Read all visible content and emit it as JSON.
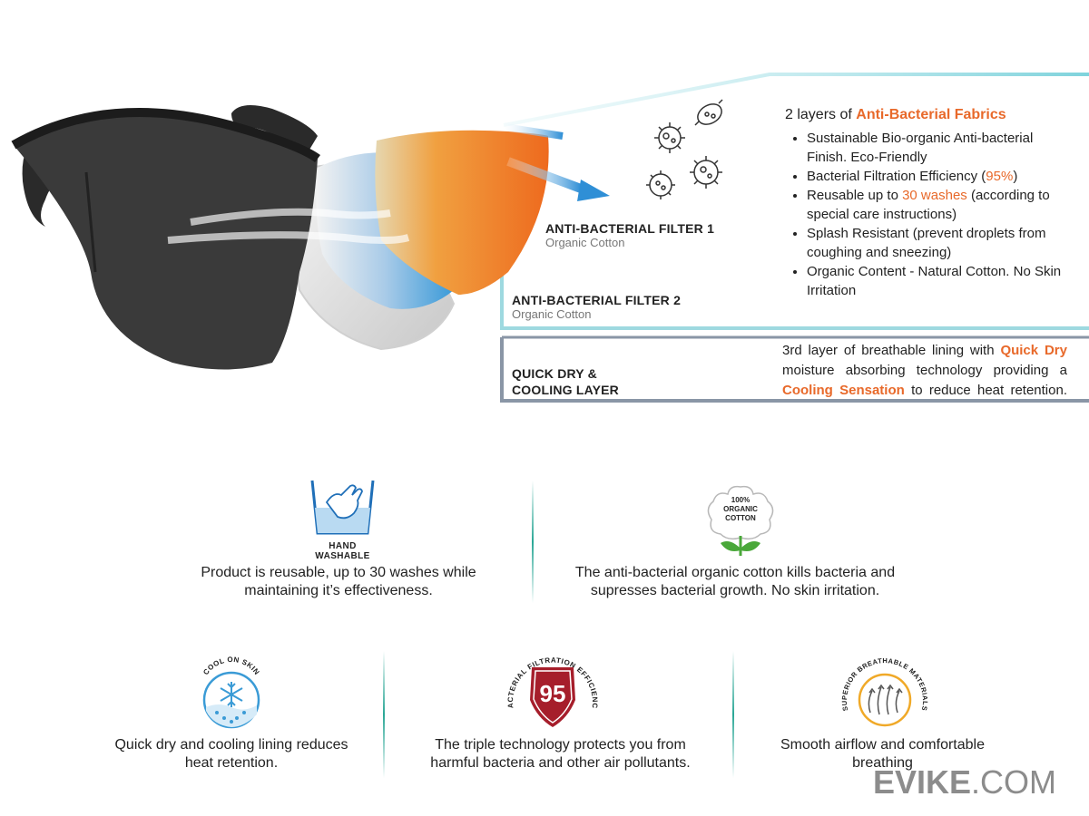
{
  "layers": {
    "filter1": {
      "title": "ANTI-BACTERIAL FILTER 1",
      "subtitle": "Organic Cotton"
    },
    "filter2": {
      "title": "ANTI-BACTERIAL FILTER 2",
      "subtitle": "Organic Cotton"
    },
    "quick": {
      "title_line1": "QUICK DRY &",
      "title_line2": "COOLING LAYER"
    }
  },
  "anti_bacterial_info": {
    "heading_prefix": "2 layers of",
    "heading_highlight": "Anti-Bacterial Fabrics",
    "bullet1": "Sustainable Bio-organic Anti-bacterial Finish. Eco-Friendly",
    "bullet2_pre": "Bacterial Filtration Efficiency (",
    "bullet2_hl": "95%",
    "bullet2_post": ")",
    "bullet3_pre": "Reusable up to",
    "bullet3_hl": "30 washes",
    "bullet3_post": "(according to special care instructions)",
    "bullet4": "Splash Resistant (prevent droplets from coughing and sneezing)",
    "bullet5": "Organic Content - Natural Cotton. No Skin Irritation"
  },
  "quick_dry_info": {
    "line1_pre": "3rd layer of breathable lining with",
    "line1_hl": "Quick Dry",
    "line2": "moisture absorbing technology providing a",
    "line3_hl": "Cooling Sensation",
    "line3_post": "to reduce heat retention."
  },
  "features": {
    "hand_washable": {
      "badge_line1": "HAND",
      "badge_line2": "WASHABLE",
      "text_line1": "Product is reusable, up to 30 washes while",
      "text_line2": "maintaining it’s effectiveness."
    },
    "organic_cotton": {
      "badge_line1": "100%",
      "badge_line2": "ORGANIC",
      "badge_line3": "COTTON",
      "text_line1": "The anti-bacterial organic cotton kills bacteria and",
      "text_line2": "supresses bacterial growth. No skin irritation."
    },
    "cool_on_skin": {
      "badge_arc": "COOL ON SKIN",
      "text_line1": "Quick dry and cooling lining reduces",
      "text_line2": "heat retention."
    },
    "bfe": {
      "badge_arc": "BACTERIAL FILTRATION EFFICIENCY",
      "badge_value": "95",
      "text_line1": "The triple technology protects you from",
      "text_line2": "harmful bacteria and other air pollutants."
    },
    "breathable": {
      "badge_arc": "SUPERIOR BREATHABLE MATERIALS",
      "text_line1": "Smooth airflow and comfortable",
      "text_line2": "breathing"
    }
  },
  "brand": {
    "bold": "EVIKE",
    "rest": ".COM"
  },
  "colors": {
    "accent_orange": "#e8692a",
    "teal_line": "#7fd3dc",
    "gray_line": "#8a96a6",
    "badge_red": "#a61e2b",
    "badge_blue": "#3a9bd6",
    "badge_green": "#4aa83a",
    "badge_yellow": "#f0a928"
  }
}
